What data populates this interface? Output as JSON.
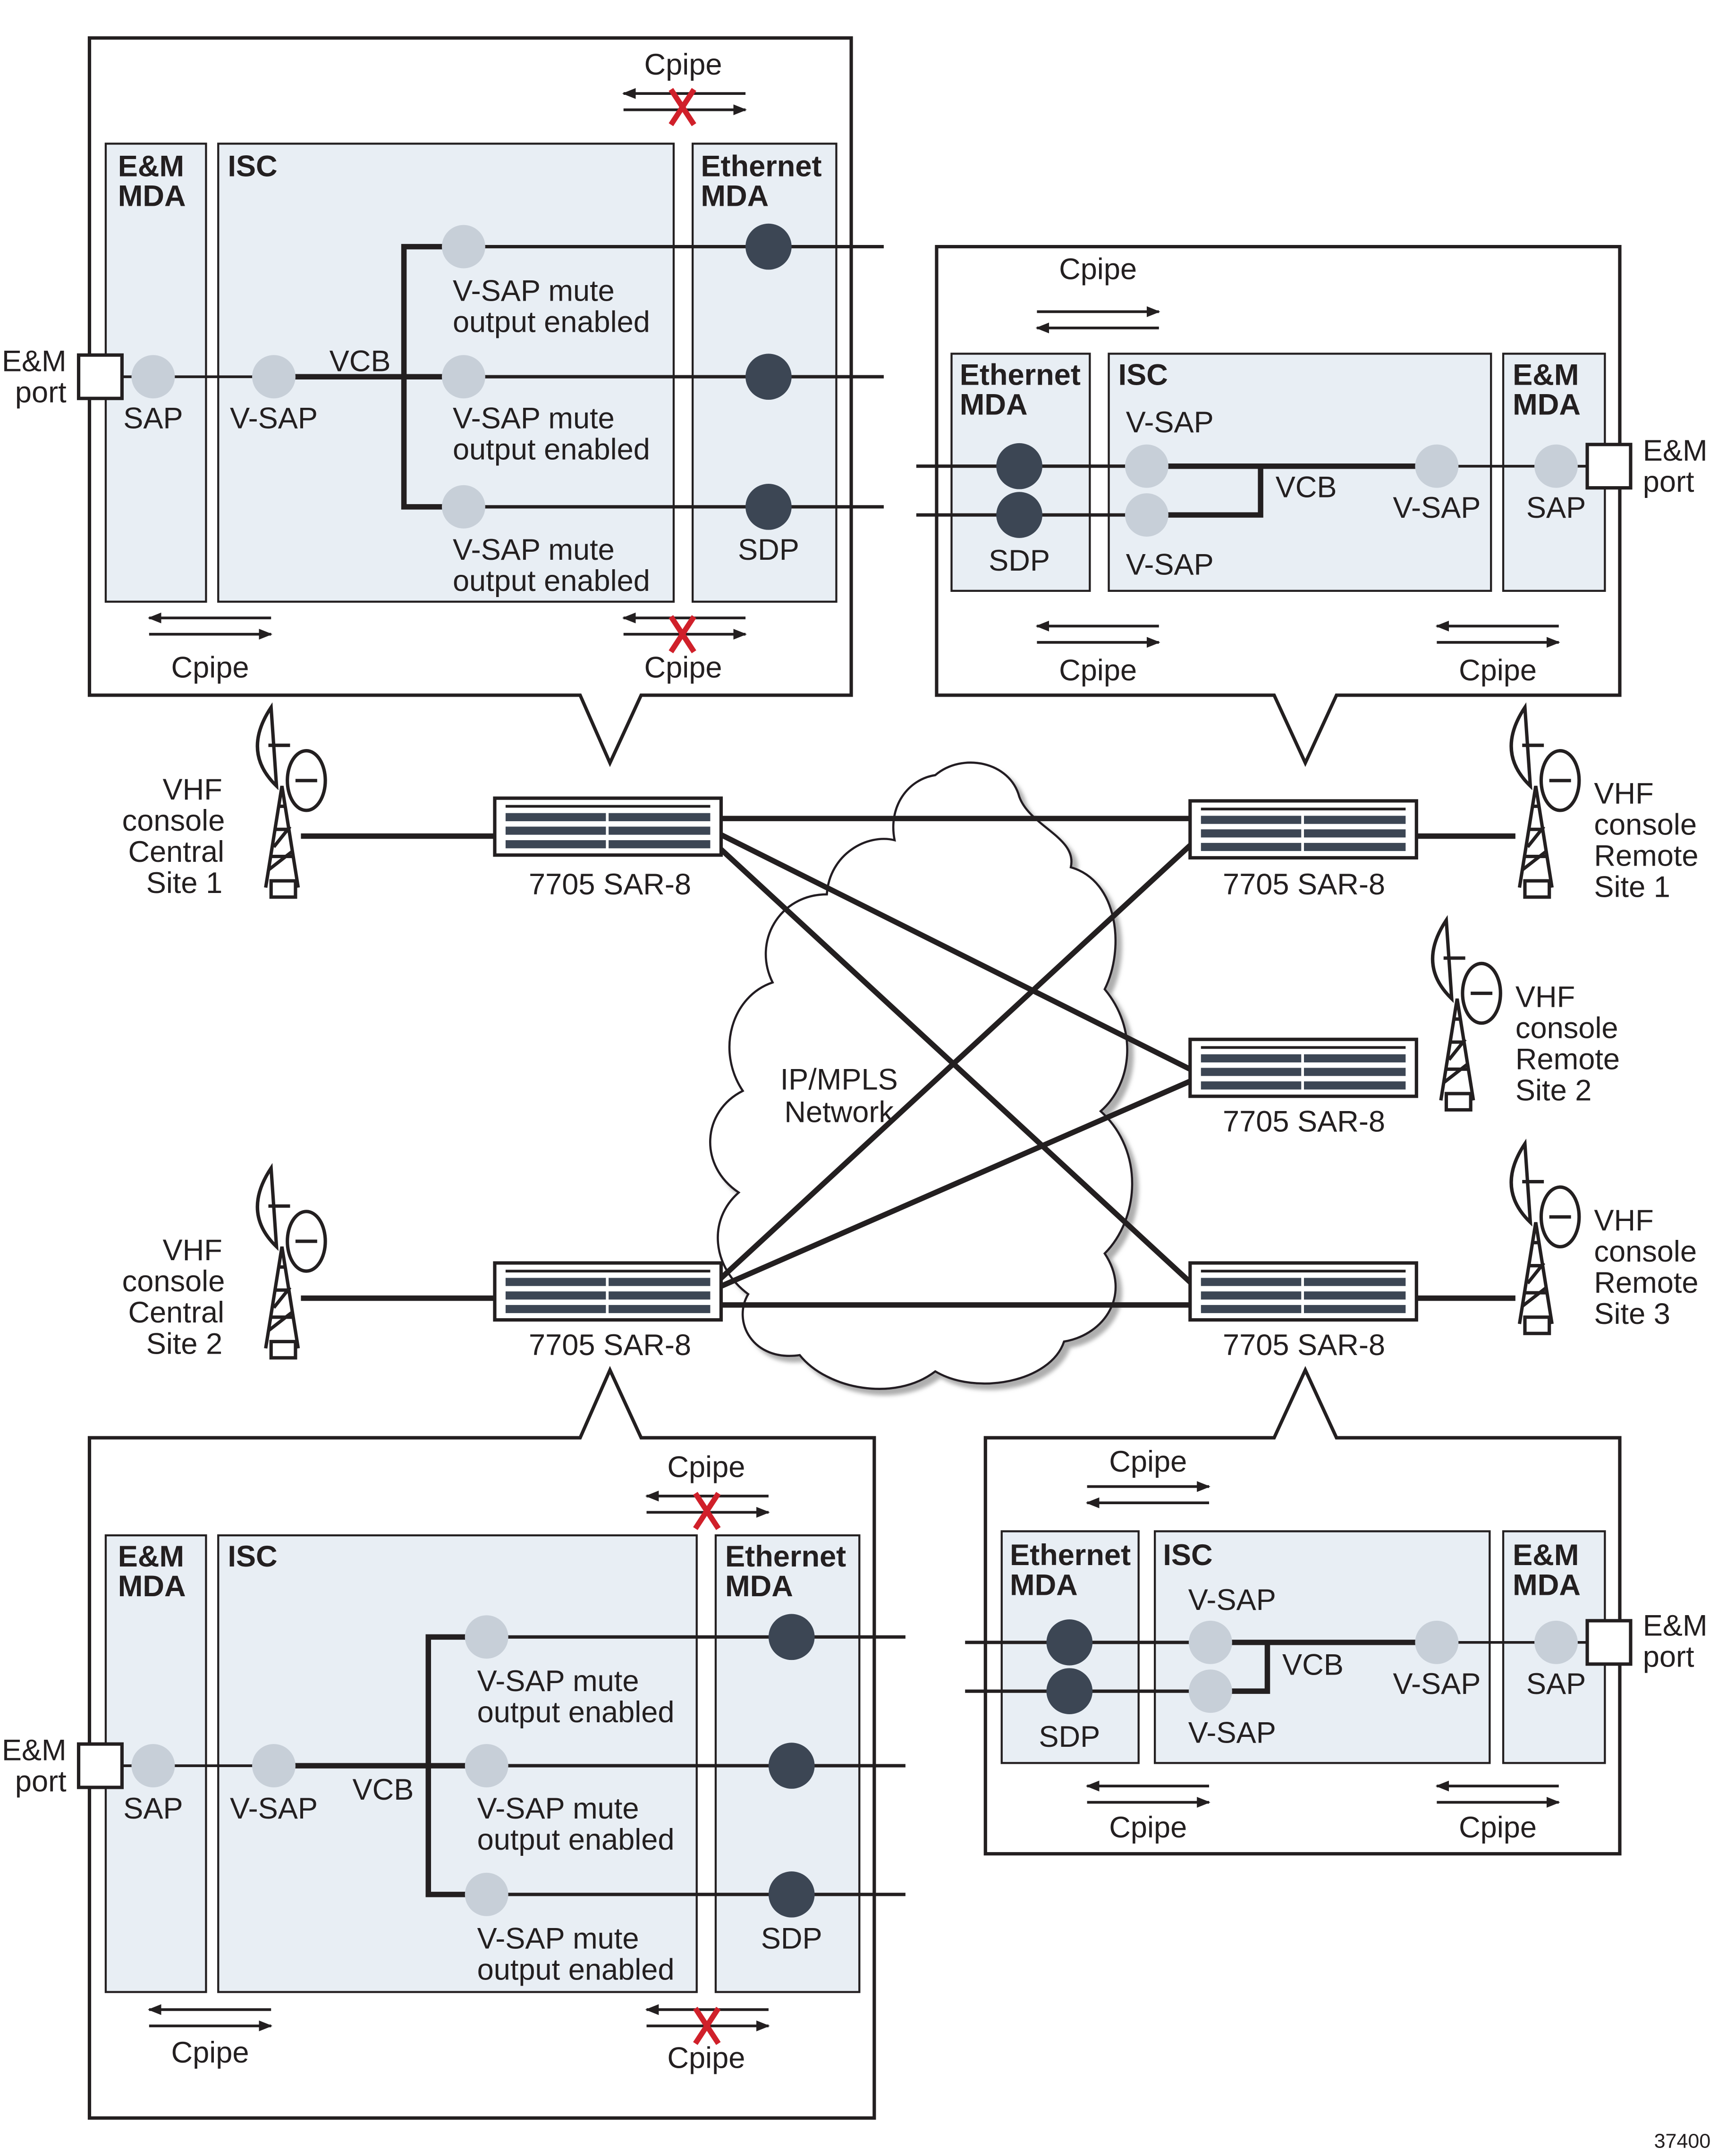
{
  "colors": {
    "panel_fill": "#e8eef4",
    "dark_circle": "#3c4654",
    "light_circle": "#c7cfd8",
    "line": "#231f20",
    "cross": "#d0202a",
    "cloud": "#ffffff"
  },
  "labels": {
    "em_mda": [
      "E&M",
      "MDA"
    ],
    "isc": "ISC",
    "ethernet_mda": [
      "Ethernet",
      "MDA"
    ],
    "em_port": [
      "E&M",
      "port"
    ],
    "sap": "SAP",
    "vsap": "V-SAP",
    "vcb": "VCB",
    "sdp": "SDP",
    "cpipe": "Cpipe",
    "vsap_mute": [
      "V-SAP mute",
      "output enabled"
    ],
    "router": "7705 SAR-8",
    "network": [
      "IP/MPLS",
      "Network"
    ]
  },
  "sites": {
    "central1": [
      "VHF",
      "console",
      "Central",
      "Site 1"
    ],
    "central2": [
      "VHF",
      "console",
      "Central",
      "Site 2"
    ],
    "remote1": [
      "VHF",
      "console",
      "Remote",
      "Site 1"
    ],
    "remote2": [
      "VHF",
      "console",
      "Remote",
      "Site 2"
    ],
    "remote3": [
      "VHF",
      "console",
      "Remote",
      "Site 3"
    ]
  },
  "figure_id": "37400"
}
